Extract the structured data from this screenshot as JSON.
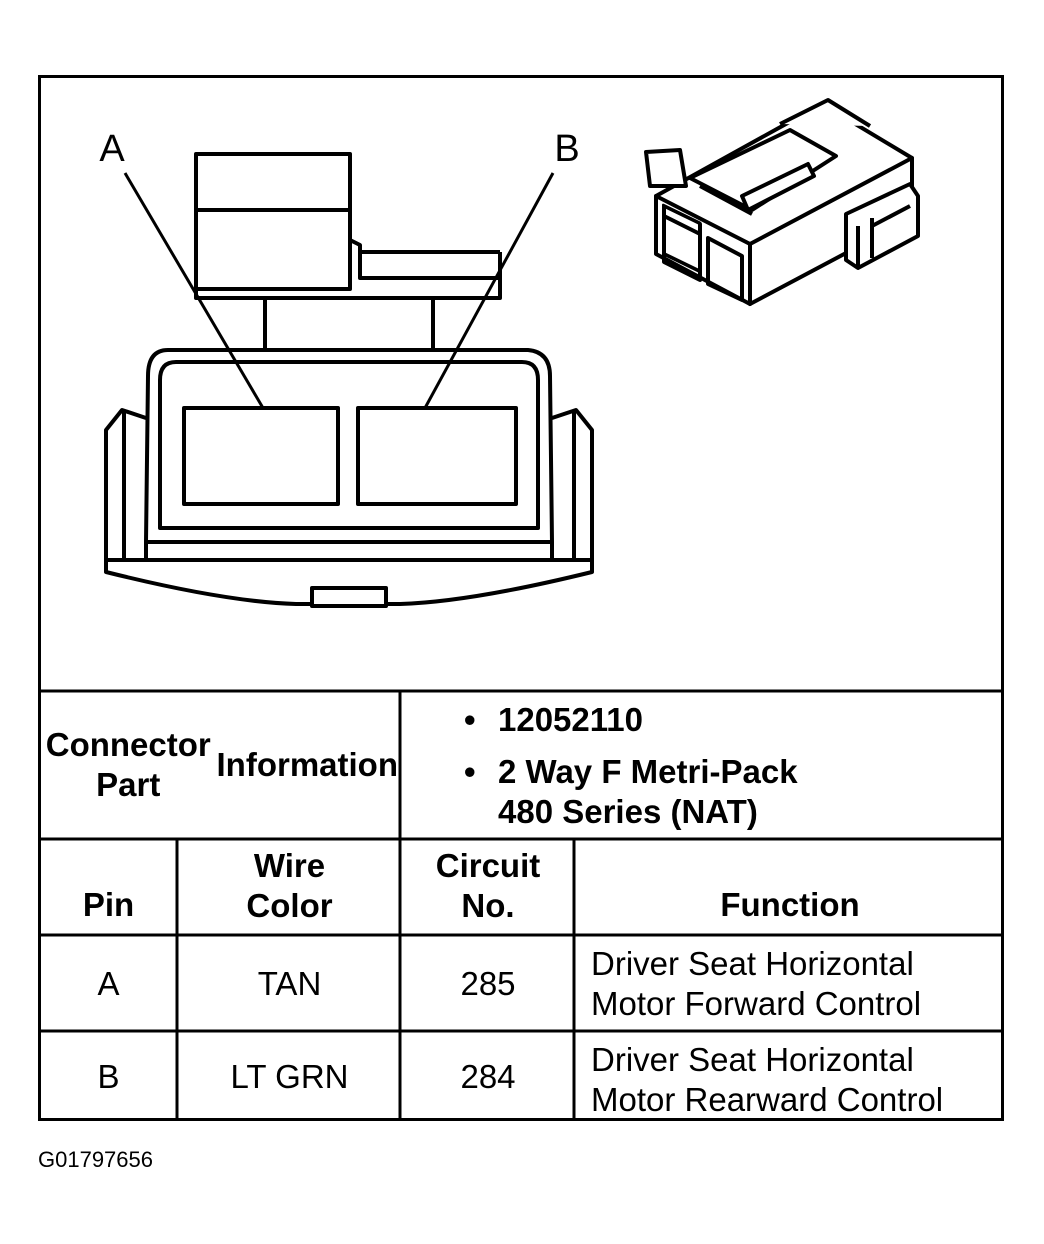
{
  "diagram": {
    "pin_labels": [
      "A",
      "B"
    ]
  },
  "connector_info": {
    "label_line1": "Connector Part",
    "label_line2": "Information",
    "bullet_glyph": "•",
    "part_number": "12052110",
    "description_line1": "2 Way F Metri-Pack",
    "description_line2": "480 Series (NAT)"
  },
  "table": {
    "headers": {
      "pin": "Pin",
      "wire_color_line1": "Wire",
      "wire_color_line2": "Color",
      "circuit_line1": "Circuit",
      "circuit_line2": "No.",
      "function": "Function"
    },
    "rows": [
      {
        "pin": "A",
        "wire_color": "TAN",
        "circuit": "285",
        "function_line1": "Driver Seat Horizontal",
        "function_line2": "Motor Forward Control"
      },
      {
        "pin": "B",
        "wire_color": "LT GRN",
        "circuit": "284",
        "function_line1": "Driver Seat Horizontal",
        "function_line2": "Motor Rearward Control"
      }
    ]
  },
  "figure_id": "G01797656"
}
